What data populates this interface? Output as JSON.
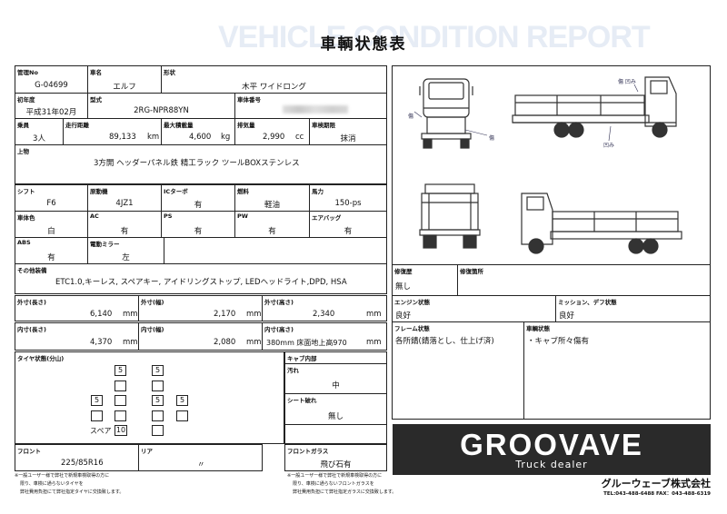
{
  "report": {
    "watermark": "VEHICLE CONDITION REPORT",
    "title": "車輌状態表"
  },
  "fields": {
    "kanri_no": {
      "label": "管理No",
      "value": "G-04699"
    },
    "shamei": {
      "label": "車名",
      "value": "エルフ"
    },
    "keijo": {
      "label": "形状",
      "value": "木平 ワイドロング"
    },
    "shonendo": {
      "label": "初年度",
      "value": "平成31年02月"
    },
    "katashiki": {
      "label": "型式",
      "value": "2RG-NPR88YN"
    },
    "shadai": {
      "label": "車体番号",
      "value": ""
    },
    "jouin": {
      "label": "乗員",
      "value": "3人"
    },
    "soko": {
      "label": "走行距離",
      "value": "89,133",
      "unit": "km"
    },
    "sekisai": {
      "label": "最大積載量",
      "value": "4,600",
      "unit": "kg"
    },
    "haikiryo": {
      "label": "排気量",
      "value": "2,990",
      "unit": "cc"
    },
    "shaken": {
      "label": "車検期限",
      "value": "抹消"
    },
    "uwamono": {
      "label": "上物",
      "value": "3方開 ヘッダーパネル鉄 精工ラック ツールBOXステンレス"
    },
    "shift": {
      "label": "シフト",
      "value": "F6"
    },
    "gendoki": {
      "label": "原動機",
      "value": "4JZ1"
    },
    "ic_turbo": {
      "label": "ICターボ",
      "value": "有"
    },
    "nenryo": {
      "label": "燃料",
      "value": "軽油"
    },
    "bariki": {
      "label": "馬力",
      "value": "150-ps"
    },
    "shatai_iro": {
      "label": "車体色",
      "value": "白"
    },
    "ac": {
      "label": "AC",
      "value": "有"
    },
    "ps": {
      "label": "PS",
      "value": "有"
    },
    "pw": {
      "label": "PW",
      "value": "有"
    },
    "airbag": {
      "label": "エアバッグ",
      "value": "有"
    },
    "abs": {
      "label": "ABS",
      "value": "有"
    },
    "dendo_mirror": {
      "label": "電動ミラー",
      "value": "左"
    },
    "sonota": {
      "label": "その他装備",
      "value": "ETC1.0,キーレス, スペアキー, アイドリングストップ, LEDヘッドライト,DPD, HSA"
    },
    "gaisun_l": {
      "label": "外寸(長さ)",
      "value": "6,140",
      "unit": "mm"
    },
    "gaisun_w": {
      "label": "外寸(幅)",
      "value": "2,170",
      "unit": "mm"
    },
    "gaisun_h": {
      "label": "外寸(高さ)",
      "value": "2,340",
      "unit": "mm"
    },
    "naisun_l": {
      "label": "内寸(長さ)",
      "value": "4,370",
      "unit": "mm"
    },
    "naisun_w": {
      "label": "内寸(幅)",
      "value": "2,080",
      "unit": "mm"
    },
    "naisun_h": {
      "label": "内寸(高さ)",
      "value": "380mm 床面地上高970",
      "unit": "mm"
    }
  },
  "tire": {
    "label": "タイヤ状態(分山)",
    "front_left": "5",
    "front_right": "5",
    "rear": [
      "5",
      "",
      "5",
      "5"
    ],
    "spare_label": "スペア",
    "spare": "10"
  },
  "cab": {
    "label": "キャブ内部",
    "stain_label": "汚れ",
    "stain": "中",
    "sheet_label": "シート破れ",
    "sheet": "無し"
  },
  "front_tire": {
    "label": "フロント",
    "value": "225/85R16"
  },
  "rear_tire": {
    "label": "リア",
    "value": "〃"
  },
  "front_glass": {
    "label": "フロントガラス",
    "value": "飛び石有"
  },
  "repair": {
    "history_label": "修復歴",
    "history": "無し",
    "parts_label": "修復箇所",
    "parts": ""
  },
  "engine": {
    "label": "エンジン状態",
    "value": "良好"
  },
  "mission": {
    "label": "ミッション、デフ状態",
    "value": "良好"
  },
  "frame": {
    "label": "フレーム状態",
    "value": "各所錆(錆落とし、仕上げ済)"
  },
  "cabin": {
    "label": "車輌状態",
    "value": "・キャブ所々傷有"
  },
  "diagram_labels": {
    "kizu": "傷",
    "kizu_hekomi": "傷 凹み",
    "hekomi": "凹み"
  },
  "notes": {
    "tire_note": [
      "※一般ユーザー様で弊社で新規車検取得の方に",
      "限り、車検に通らないタイヤを",
      "弊社費用負担にて弊社指定タイヤに交換致します。"
    ],
    "glass_note": [
      "※一般ユーザー様で弊社で新規車検取得の方に",
      "限り、車検に通らないフロントガラスを",
      "弊社費用負担にて弊社指定ガラスに交換致します。"
    ]
  },
  "dealer": {
    "logo": "GROOVAVE",
    "tagline": "Truck dealer",
    "company": "グルーウェーブ株式会社",
    "tel": "TEL:043-488-6488 FAX：043-488-6319"
  }
}
